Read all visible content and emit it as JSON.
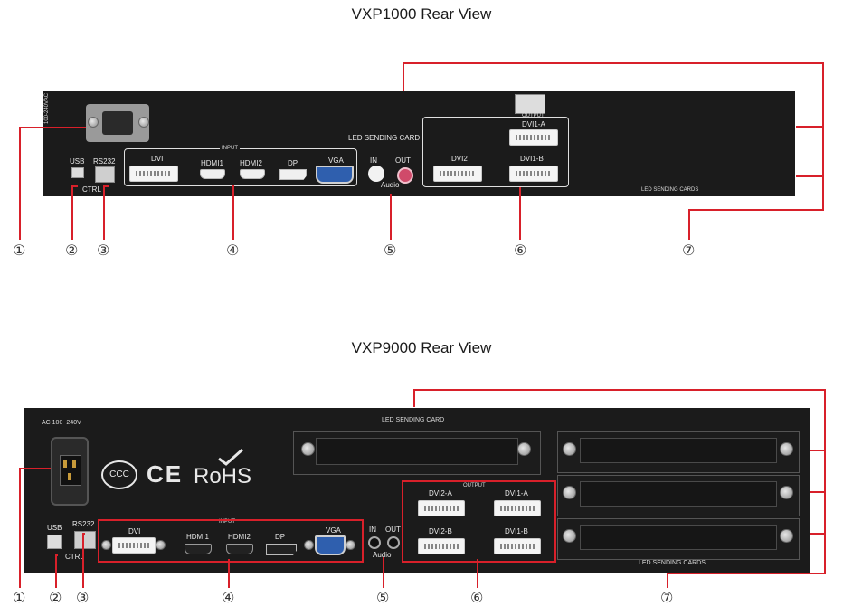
{
  "titles": {
    "vxp1000": "VXP1000 Rear View",
    "vxp9000": "VXP9000 Rear View"
  },
  "callout_numbers": [
    "①",
    "②",
    "③",
    "④",
    "⑤",
    "⑥",
    "⑦"
  ],
  "vxp1000": {
    "power_label": "100-240VAC",
    "usb": "USB",
    "rs232": "RS232",
    "ctrl": "CTRL",
    "input_group": "INPUT",
    "inputs": [
      "DVI",
      "HDMI1",
      "HDMI2",
      "DP",
      "VGA"
    ],
    "led_sending_card": "LED SENDING CARD",
    "audio_in": "IN",
    "audio_out": "OUT",
    "audio": "Audio",
    "output_group": "OUTPUT",
    "outputs": [
      "DVI1-A",
      "DVI2",
      "DVI1-B"
    ],
    "led_sending_cards": "LED SENDING CARDS"
  },
  "vxp9000": {
    "power_label": "AC 100~240V",
    "logos": {
      "ccc": "CCC",
      "ce": "CE",
      "rohs": "RoHS"
    },
    "usb": "USB",
    "rs232": "RS232",
    "ctrl": "CTRL",
    "input_group": "INPUT",
    "inputs": [
      "DVI",
      "HDMI1",
      "HDMI2",
      "DP",
      "VGA"
    ],
    "audio_in": "IN",
    "audio_out": "OUT",
    "audio": "Audio",
    "output_group": "OUTPUT",
    "outputs": [
      "DVI2-A",
      "DVI1-A",
      "DVI2-B",
      "DVI1-B"
    ],
    "led_sending_card": "LED SENDING CARD",
    "led_sending_cards": "LED SENDING CARDS"
  },
  "colors": {
    "callout_red": "#d8202a",
    "panel_black": "#1b1b1b",
    "vga_blue": "#2f5fae"
  }
}
